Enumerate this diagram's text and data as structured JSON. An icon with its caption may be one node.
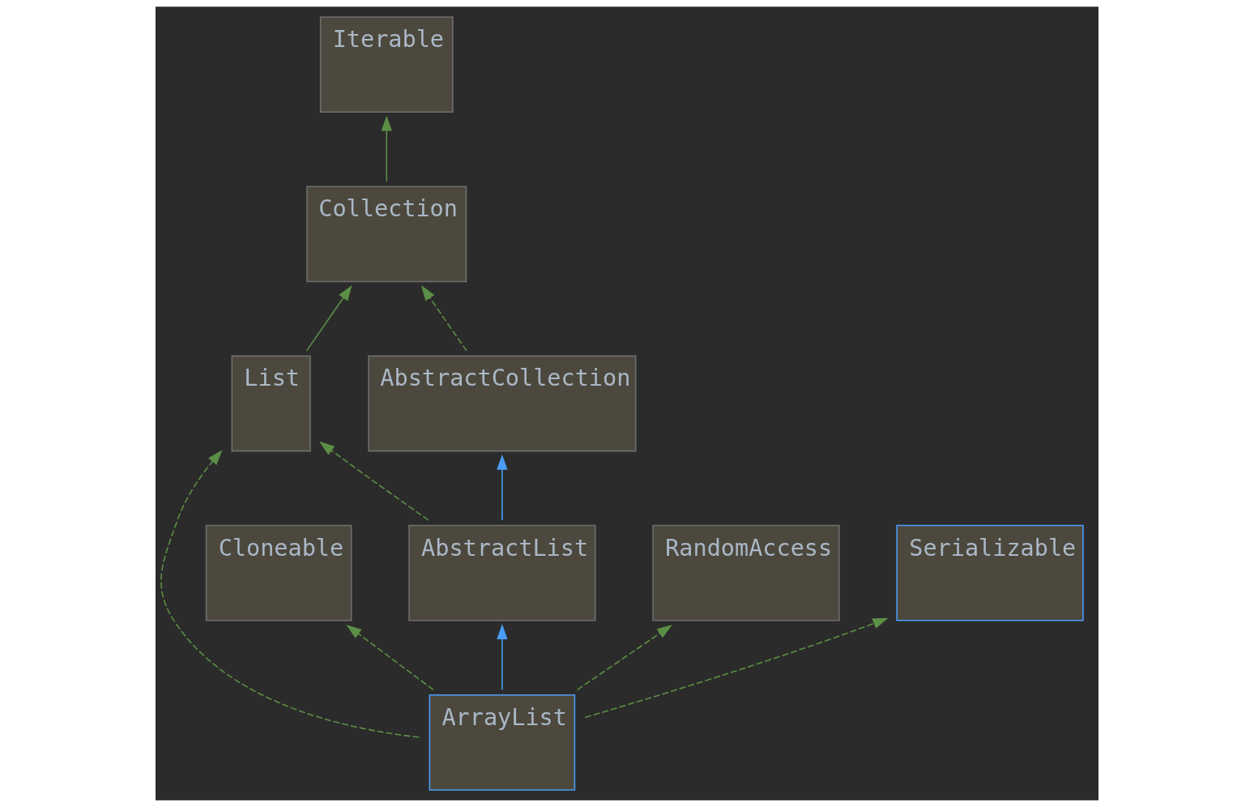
{
  "diagram": {
    "nodes": [
      {
        "text": [
          "Iterable"
        ]
      },
      {
        "text": [
          "Collection"
        ]
      },
      {
        "text": [
          "AbstractCollection"
        ]
      },
      {
        "text": [
          "List"
        ]
      },
      {
        "text": [
          "Cloneable"
        ]
      },
      {
        "text": [
          "AbstractList"
        ]
      },
      {
        "text": [
          "RandomAccess"
        ]
      },
      {
        "text": [
          "Serializable"
        ]
      },
      {
        "text": [
          "ArrayList"
        ]
      }
    ],
    "edges": [
      {
        "from": 1,
        "to": 0,
        "arrow": "to"
      },
      {
        "from": 2,
        "to": 1,
        "arrow": "to",
        "style": "dashed"
      },
      {
        "from": 3,
        "to": 1,
        "arrow": "to"
      },
      {
        "from": 5,
        "to": 2,
        "arrow": "to",
        "color": "#4b9df8"
      },
      {
        "from": 5,
        "to": 3,
        "arrow": "to",
        "style": "dashed"
      },
      {
        "from": 8,
        "to": 4,
        "arrow": "to",
        "style": "dashed"
      },
      {
        "from": 8,
        "to": 5,
        "arrow": "to",
        "color": "#4b9df8"
      },
      {
        "from": 8,
        "to": 3,
        "arrow": "to",
        "style": "dashed"
      },
      {
        "from": 8,
        "to": 6,
        "arrow": "to",
        "style": "dashed"
      },
      {
        "from": 8,
        "to": 7,
        "arrow": "to",
        "style": "dashed"
      }
    ]
  }
}
